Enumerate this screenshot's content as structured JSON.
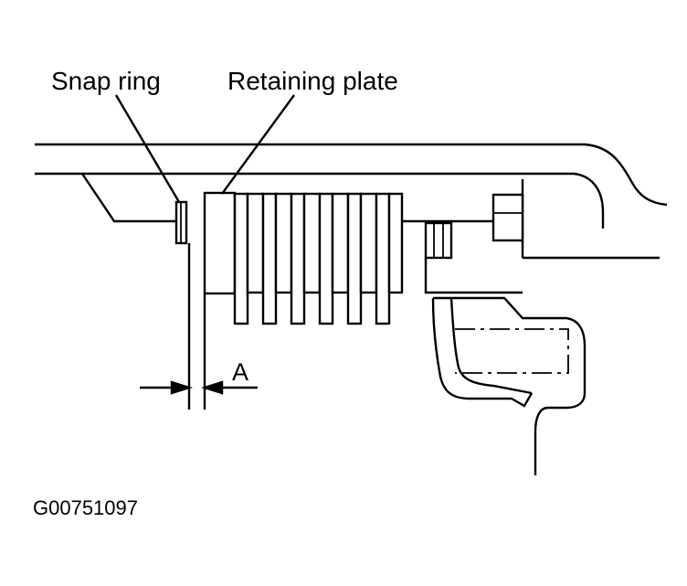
{
  "labels": {
    "snap_ring": "Snap ring",
    "retaining_plate": "Retaining plate",
    "clearance": "A",
    "figure_code": "G00751097"
  },
  "colors": {
    "line": "#000000",
    "background": "#ffffff"
  }
}
